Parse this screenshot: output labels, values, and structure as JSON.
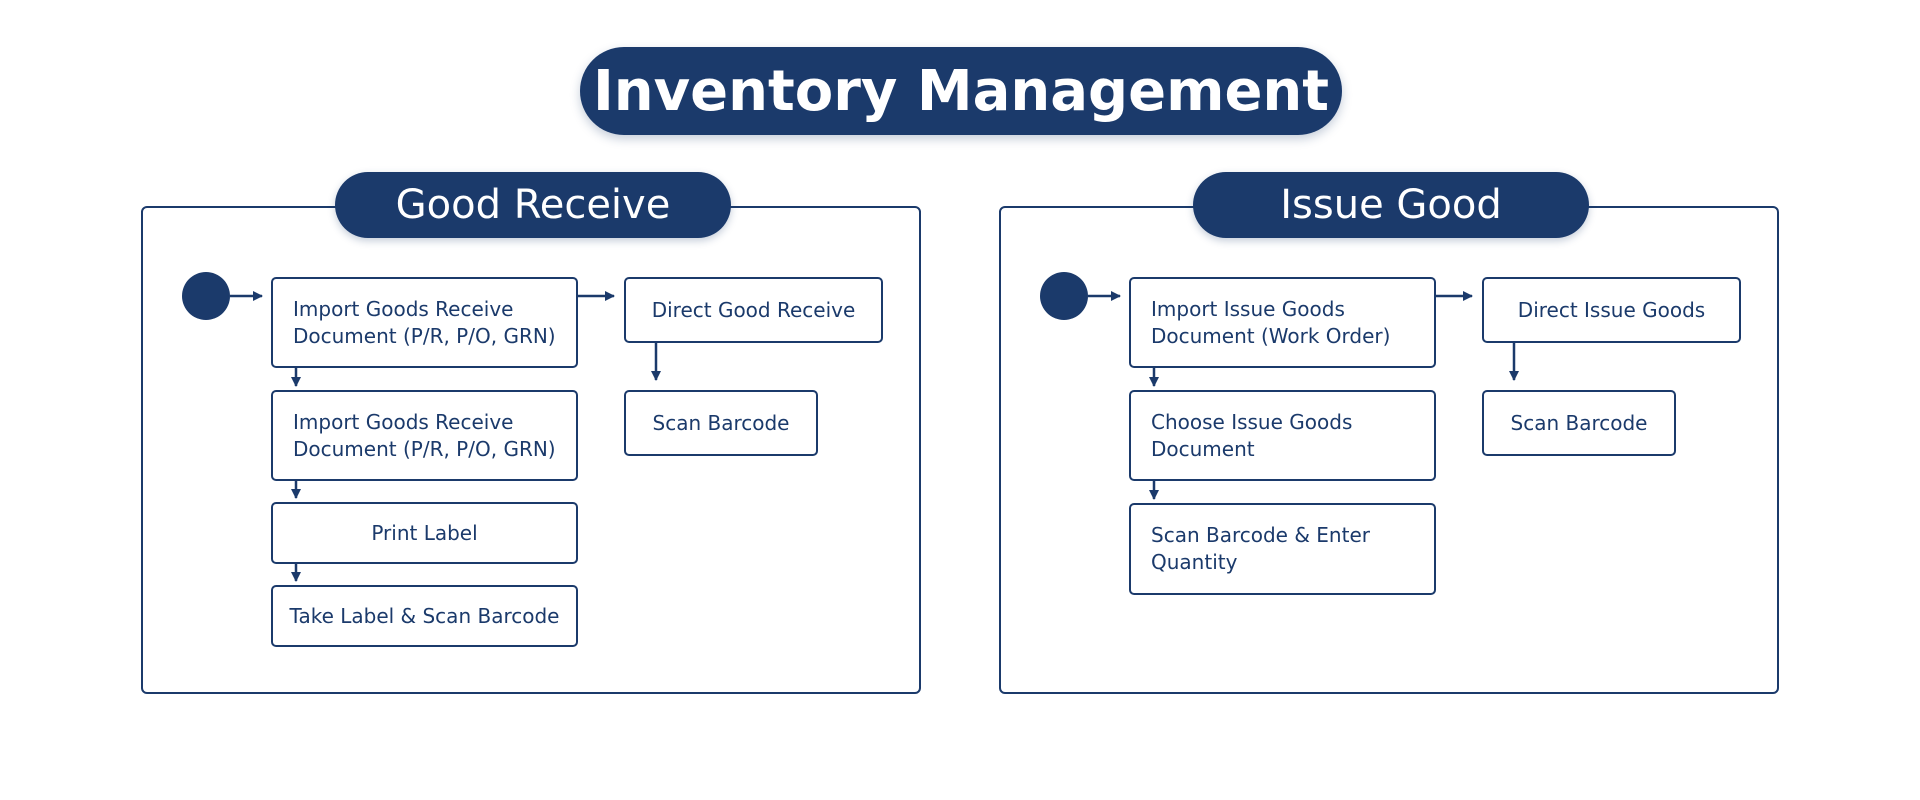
{
  "title": "Inventory Management",
  "colors": {
    "primary": "#1b3a6b",
    "background": "#ffffff"
  },
  "good_receive": {
    "title": "Good Receive",
    "steps": [
      "Import Goods Receive Document (P/R, P/O, GRN)",
      "Import Goods Receive Document (P/R, P/O, GRN)",
      "Print Label",
      "Take Label & Scan Barcode"
    ],
    "direct": [
      "Direct Good Receive",
      "Scan Barcode"
    ]
  },
  "issue_good": {
    "title": "Issue Good",
    "steps": [
      "Import Issue Goods Document (Work Order)",
      "Choose Issue Goods Document",
      "Scan Barcode & Enter Quantity"
    ],
    "direct": [
      "Direct Issue Goods",
      "Scan Barcode"
    ]
  }
}
